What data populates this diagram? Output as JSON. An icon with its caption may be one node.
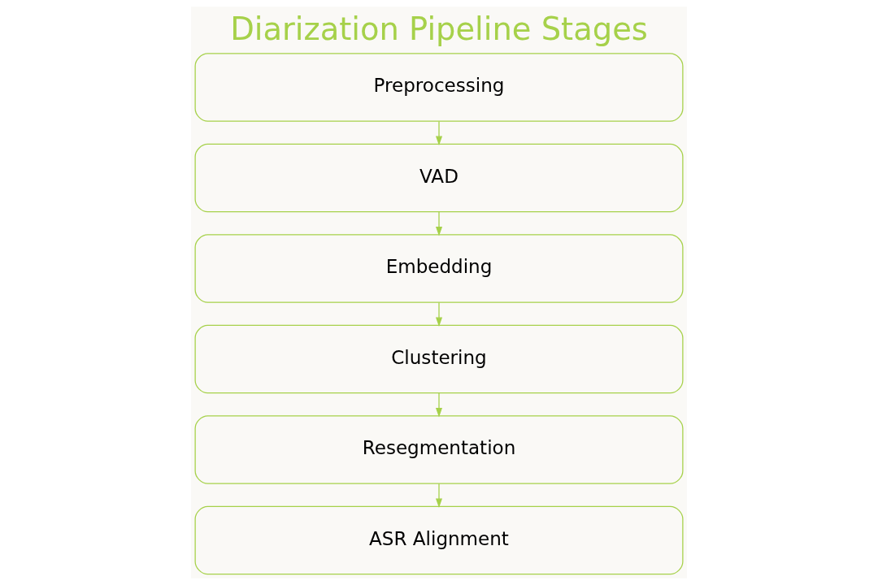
{
  "diagram": {
    "title": "Diarization Pipeline Stages",
    "nodes": [
      {
        "text": [
          "Preprocessing"
        ]
      },
      {
        "text": [
          "VAD"
        ]
      },
      {
        "text": [
          "Embedding"
        ]
      },
      {
        "text": [
          "Clustering"
        ]
      },
      {
        "text": [
          "Resegmentation"
        ]
      },
      {
        "text": [
          "ASR Alignment"
        ]
      }
    ],
    "edges": [
      {
        "from": 0,
        "to": 1,
        "arrow": "to"
      },
      {
        "from": 1,
        "to": 2,
        "arrow": "to"
      },
      {
        "from": 2,
        "to": 3,
        "arrow": "to"
      },
      {
        "from": 3,
        "to": 4,
        "arrow": "to"
      },
      {
        "from": 4,
        "to": 5,
        "arrow": "to"
      }
    ]
  }
}
